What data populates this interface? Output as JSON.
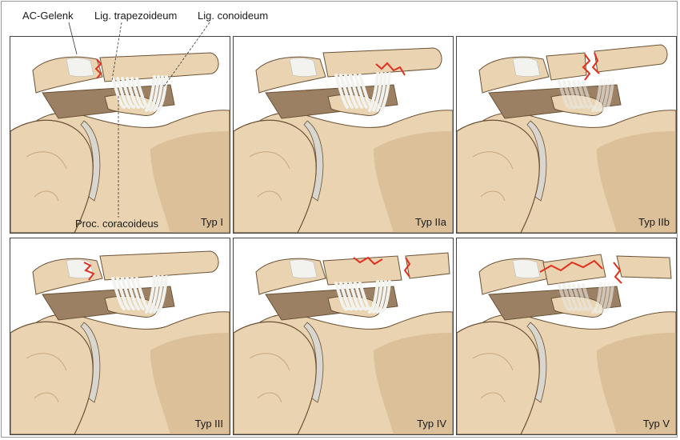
{
  "labels": {
    "ac_gelenk": "AC-Gelenk",
    "lig_trapezoideum": "Lig. trapezoideum",
    "lig_conoideum": "Lig. conoideum",
    "proc_coracoideus": "Proc. coracoideus"
  },
  "panels": [
    {
      "type": "Typ I"
    },
    {
      "type": "Typ IIa"
    },
    {
      "type": "Typ IIb"
    },
    {
      "type": "Typ III"
    },
    {
      "type": "Typ IV"
    },
    {
      "type": "Typ V"
    }
  ],
  "colors": {
    "bone": "#e9d3b0",
    "bone_dark": "#c9a97e",
    "outline": "#6b5236",
    "ligament": "#f2f2ee",
    "injury": "#e0301e",
    "background": "#ffffff"
  }
}
